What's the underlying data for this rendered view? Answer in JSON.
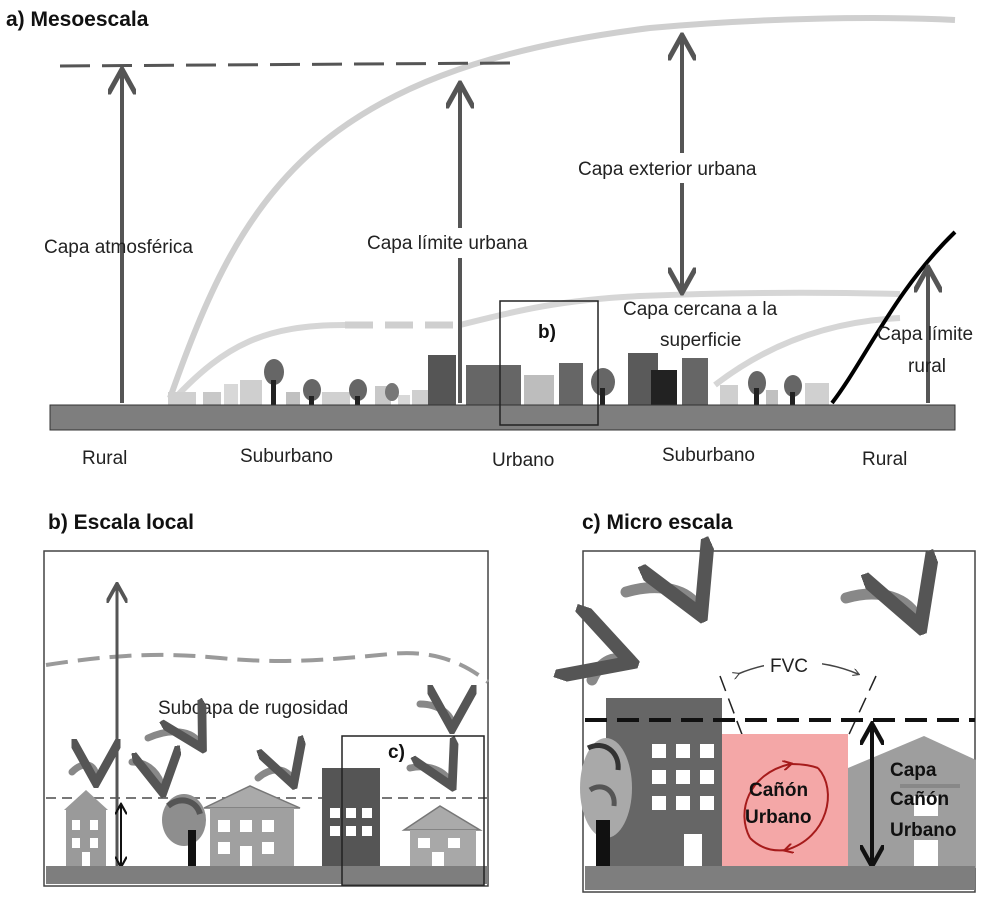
{
  "panels": {
    "a": {
      "title": "a) Mesoescala",
      "labels": {
        "atmospheric_layer": "Capa atmosférica",
        "urban_boundary_layer": "Capa límite urbana",
        "urban_outer_layer": "Capa exterior urbana",
        "near_surface_line1": "Capa cercana a la",
        "near_surface_line2": "superficie",
        "rural_boundary_line1": "Capa límite",
        "rural_boundary_line2": "rural",
        "inset_b": "b)"
      },
      "ground_labels": {
        "rural_left": "Rural",
        "suburban_left": "Suburbano",
        "urban": "Urbano",
        "suburban_right": "Suburbano",
        "rural_right": "Rural"
      }
    },
    "b": {
      "title": "b) Escala local",
      "labels": {
        "roughness_sublayer": "Subcapa de rugosidad",
        "inset_c": "c)"
      }
    },
    "c": {
      "title": "c) Micro escala",
      "labels": {
        "fvc": "FVC",
        "canyon_line1": "Cañón",
        "canyon_line2": "Urbano",
        "canyon_layer_line1": "Capa",
        "canyon_layer_line2": "Cañón",
        "canyon_layer_line3": "Urbano"
      },
      "colors": {
        "canyon_fill": "#f4a7a7",
        "vortex": "#a61b1b"
      }
    }
  }
}
